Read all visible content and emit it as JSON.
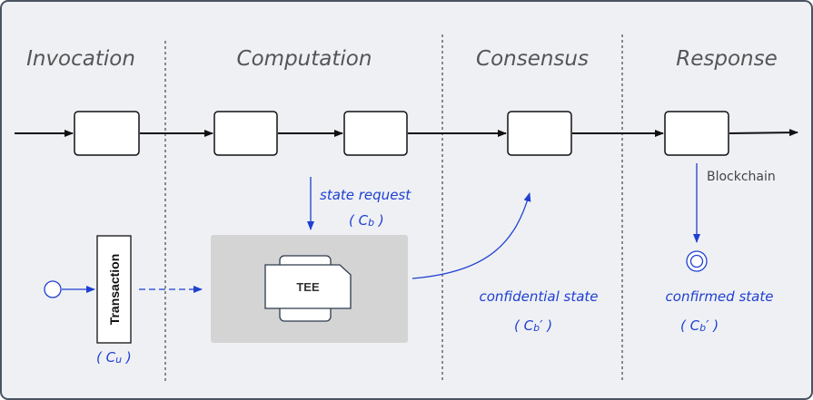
{
  "phases": [
    "Invocation",
    "Computation",
    "Consensus",
    "Response"
  ],
  "labels": {
    "state_request": "state request",
    "cb": "( C",
    "cb_sub": "b",
    "cb_close": " )",
    "tee": "TEE",
    "transaction": "Transaction",
    "cu": "( C",
    "cu_sub": "u",
    "cu_close": " )",
    "confidential_state": "confidential state",
    "cbp": "( C",
    "cbp_sub": "b",
    "cbp_close": "′ )",
    "confirmed_state": "confirmed state",
    "cbp2": "( C",
    "cbp2_sub": "b",
    "cbp2_close": "′ )",
    "blockchain": "Blockchain"
  },
  "colors": {
    "background": "#eef0f4",
    "frame": "#4a5360",
    "blue": "#1f3fd0",
    "tee_box": "#d4d4d4"
  }
}
